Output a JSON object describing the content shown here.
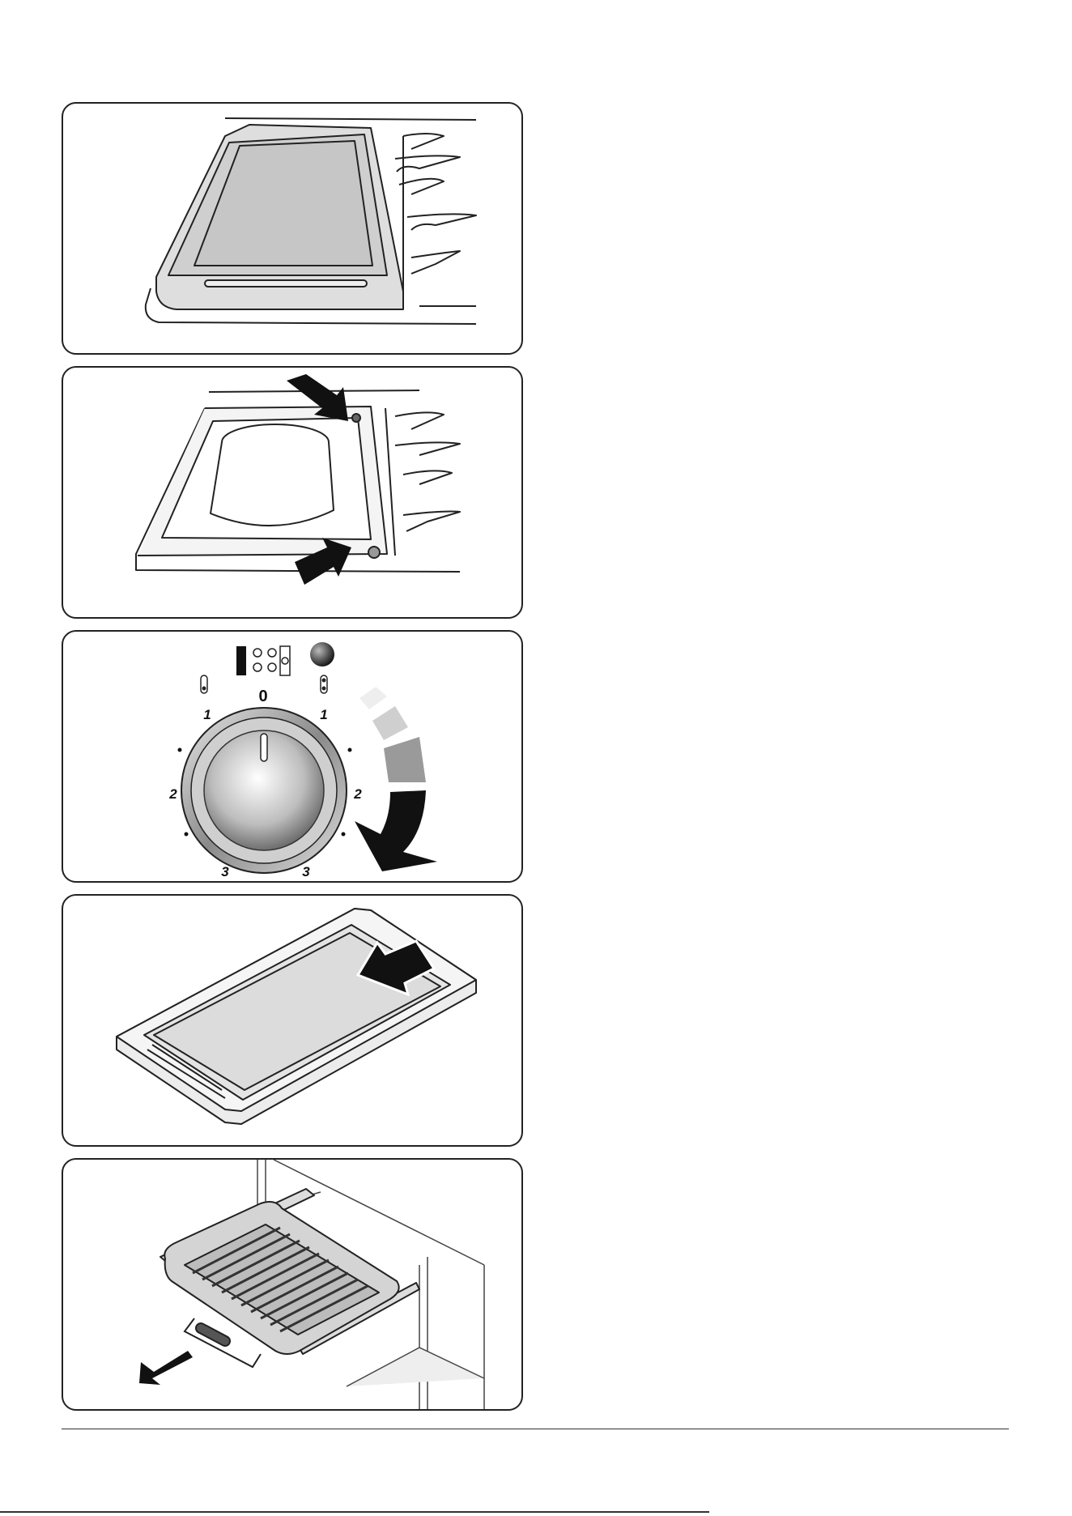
{
  "panels": [
    {
      "id": "griddle-on-hob"
    },
    {
      "id": "griddle-fixing-points"
    },
    {
      "id": "control-knob"
    },
    {
      "id": "griddle-plate"
    },
    {
      "id": "grill-pan-oven"
    }
  ],
  "knob": {
    "zero": "0",
    "left_scale": [
      "1",
      "2",
      "3"
    ],
    "right_scale": [
      "1",
      "2",
      "3"
    ]
  }
}
